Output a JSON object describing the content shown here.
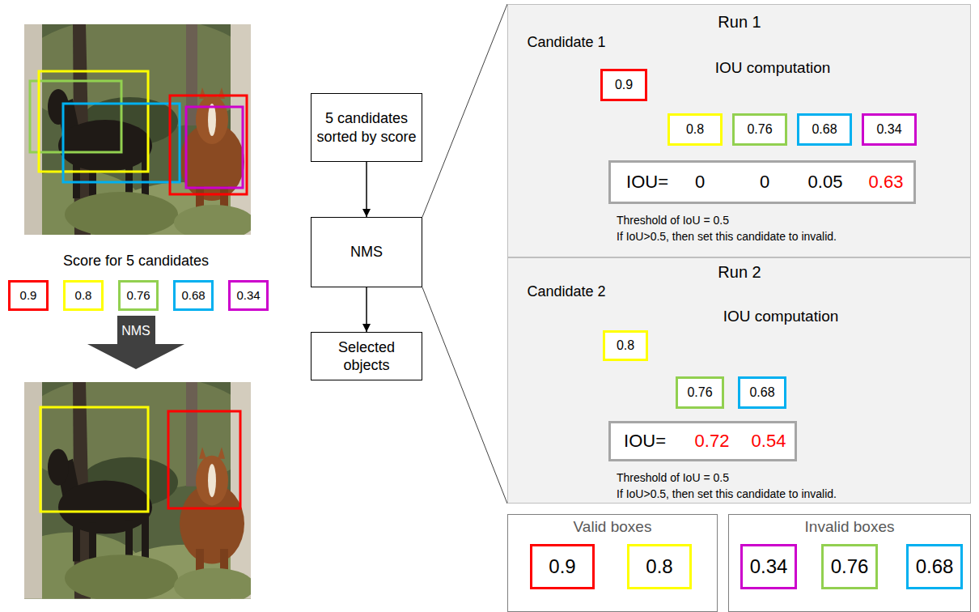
{
  "diagram": {
    "nodes": [
      {
        "text": [
          "0.9"
        ]
      },
      {
        "text": [
          "0.8"
        ]
      },
      {
        "text": [
          "0.76"
        ]
      },
      {
        "text": [
          "0.68"
        ]
      },
      {
        "text": [
          "0.34"
        ]
      },
      {
        "text": [
          "NMS"
        ]
      },
      {
        "text": [
          "5 candidates sorted by score"
        ]
      },
      {
        "text": [
          "NMS"
        ]
      },
      {
        "text": [
          "Selected objects"
        ]
      },
      {
        "text": [
          "Run 1",
          "Candidate 1",
          "IOU computation",
          "Threshold of IoU = 0.5",
          "If IoU>0.5, then set this candidate to invalid."
        ]
      },
      {
        "text": [
          "0.9"
        ],
        "in": 9
      },
      {
        "text": [
          "0.8"
        ],
        "in": 9
      },
      {
        "text": [
          "0.76"
        ],
        "in": 9
      },
      {
        "text": [
          "0.68"
        ],
        "in": 9
      },
      {
        "text": [
          "0.34"
        ],
        "in": 9
      },
      {
        "text": [
          "IOU=",
          "0",
          "0",
          "0.05",
          "0.63"
        ],
        "in": 9
      },
      {
        "text": [
          "Run 2",
          "Candidate 2",
          "IOU computation",
          "Threshold of IoU = 0.5",
          "If IoU>0.5, then set this candidate to invalid."
        ]
      },
      {
        "text": [
          "0.8"
        ],
        "in": 16
      },
      {
        "text": [
          "0.76"
        ],
        "in": 16
      },
      {
        "text": [
          "0.68"
        ],
        "in": 16
      },
      {
        "text": [
          "IOU=",
          "0.72",
          "0.54"
        ],
        "in": 16
      },
      {
        "text": [
          "Valid boxes"
        ]
      },
      {
        "text": [
          "0.9"
        ],
        "in": 21
      },
      {
        "text": [
          "0.8"
        ],
        "in": 21
      },
      {
        "text": [
          "Invalid boxes"
        ]
      },
      {
        "text": [
          "0.34"
        ],
        "in": 24
      },
      {
        "text": [
          "0.76"
        ],
        "in": 24
      },
      {
        "text": [
          "0.68"
        ],
        "in": 24
      }
    ],
    "edges": [
      {
        "from": 6,
        "to": 7,
        "arrow": "to"
      },
      {
        "from": 7,
        "to": 8,
        "arrow": "to"
      },
      {
        "from": 10,
        "to": 11,
        "arrow": "to"
      },
      {
        "from": 10,
        "to": 12,
        "arrow": "to"
      },
      {
        "from": 10,
        "to": 13,
        "arrow": "to"
      },
      {
        "from": 10,
        "to": 14,
        "arrow": "to"
      },
      {
        "from": 17,
        "to": 18,
        "arrow": "to"
      },
      {
        "from": 17,
        "to": 19,
        "arrow": "to"
      },
      {
        "from": 7,
        "to": 9,
        "arrow": "none"
      },
      {
        "from": 7,
        "to": 16,
        "arrow": "none"
      }
    ],
    "labels": [
      "Score for 5 candidates"
    ]
  }
}
